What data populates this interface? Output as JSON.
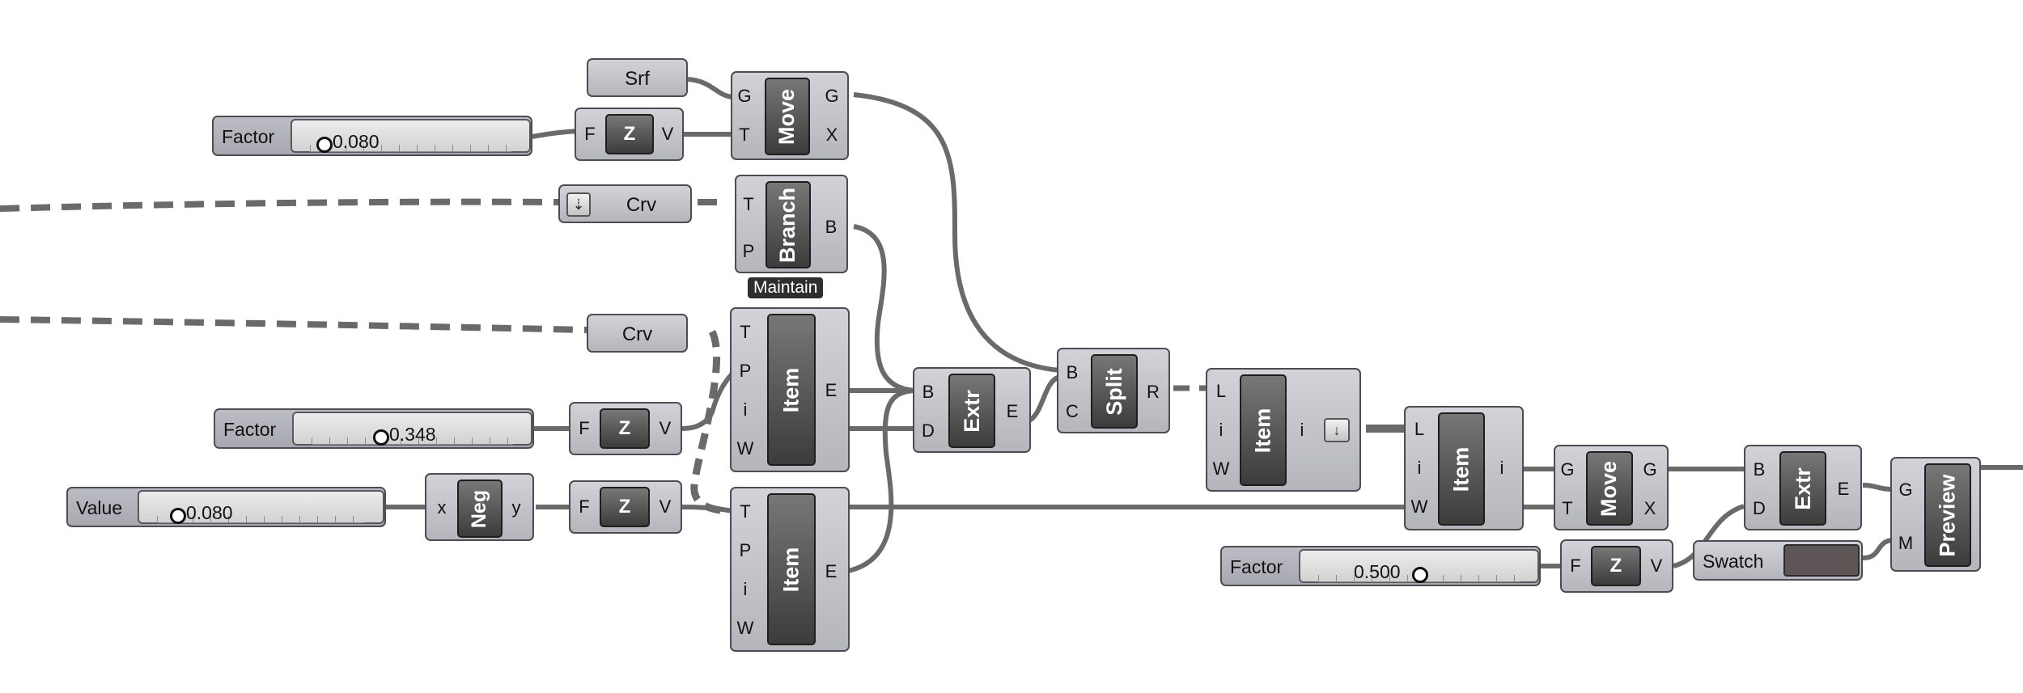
{
  "params": {
    "srf": "Srf",
    "crv_top": "Crv",
    "crv_mid": "Crv",
    "swatch": "Swatch"
  },
  "sliders": {
    "factor1": {
      "label": "Factor",
      "value": "0.080",
      "fraction": 0.08
    },
    "factor2": {
      "label": "Factor",
      "value": "0.348",
      "fraction": 0.35
    },
    "value1": {
      "label": "Value",
      "value": "0.080",
      "fraction": 0.08
    },
    "factor3": {
      "label": "Factor",
      "value": "0.500",
      "fraction": 0.5
    }
  },
  "components": {
    "unitz": {
      "name": "Z",
      "in": [
        "F"
      ],
      "out": [
        "V"
      ]
    },
    "move": {
      "name": "Move",
      "in": [
        "G",
        "T"
      ],
      "out": [
        "G",
        "X"
      ]
    },
    "branch": {
      "name": "Branch",
      "in": [
        "T",
        "P"
      ],
      "out": [
        "B"
      ],
      "tag": "Maintain"
    },
    "item": {
      "name": "Item",
      "in": [
        "T",
        "P",
        "i",
        "W"
      ],
      "out": [
        "E"
      ]
    },
    "neg": {
      "name": "Neg",
      "in": [
        "x"
      ],
      "out": [
        "y"
      ]
    },
    "extr": {
      "name": "Extr",
      "in": [
        "B",
        "D"
      ],
      "out": [
        "E"
      ]
    },
    "split": {
      "name": "Split",
      "in": [
        "B",
        "C"
      ],
      "out": [
        "R"
      ]
    },
    "listitem": {
      "name": "Item",
      "in": [
        "L",
        "i",
        "W"
      ],
      "out": [
        "i"
      ]
    },
    "preview": {
      "name": "Preview",
      "in": [
        "G",
        "M"
      ]
    }
  },
  "colors": {
    "wire": "#6a6a6a",
    "component_fill": "#c3c3c9",
    "label_slab": "#3a3a3a",
    "swatch": "#5e5557"
  }
}
